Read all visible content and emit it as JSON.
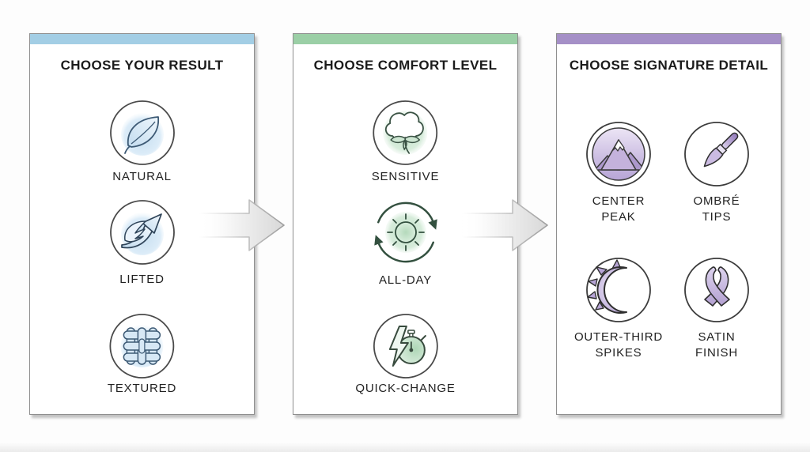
{
  "page": {
    "background": "#fdfdfd"
  },
  "panels": [
    {
      "title": "CHOOSE YOUR RESULT",
      "accent": "#a3cee5",
      "tint": "#d9eaf7",
      "options": [
        {
          "label": "NATURAL",
          "icon": "leaf-icon"
        },
        {
          "label": "LIFTED",
          "icon": "winged-arrow-icon"
        },
        {
          "label": "TEXTURED",
          "icon": "woven-texture-icon"
        }
      ]
    },
    {
      "title": "CHOOSE COMFORT LEVEL",
      "accent": "#9bcfa6",
      "tint": "#d4ebd8",
      "options": [
        {
          "label": "SENSITIVE",
          "icon": "cotton-boll-icon"
        },
        {
          "label": "ALL-DAY",
          "icon": "sun-cycle-icon"
        },
        {
          "label": "QUICK-CHANGE",
          "icon": "stopwatch-lightning-icon"
        }
      ]
    },
    {
      "title": "CHOOSE SIGNATURE DETAIL",
      "accent": "#a590c7",
      "tint": "#cfc1e3",
      "options": [
        {
          "label": "CENTER\nPEAK",
          "icon": "mountain-peak-icon"
        },
        {
          "label": "OMBRÉ\nTIPS",
          "icon": "paintbrush-icon"
        },
        {
          "label": "OUTER-THIRD\nSPIKES",
          "icon": "spiked-crescent-icon"
        },
        {
          "label": "SATIN\nFINISH",
          "icon": "awareness-ribbon-icon"
        }
      ]
    }
  ],
  "arrows": [
    {
      "name": "flow-arrow-left",
      "direction": "right"
    },
    {
      "name": "flow-arrow-right",
      "direction": "right"
    }
  ],
  "colors": {
    "panel_border": "#8f8f8f",
    "circle_stroke": "#4a4a4a",
    "text": "#1b1b1b",
    "blue_line": "#3d5a75",
    "green_line": "#3a5244",
    "purple_line": "#2f2f2f"
  }
}
